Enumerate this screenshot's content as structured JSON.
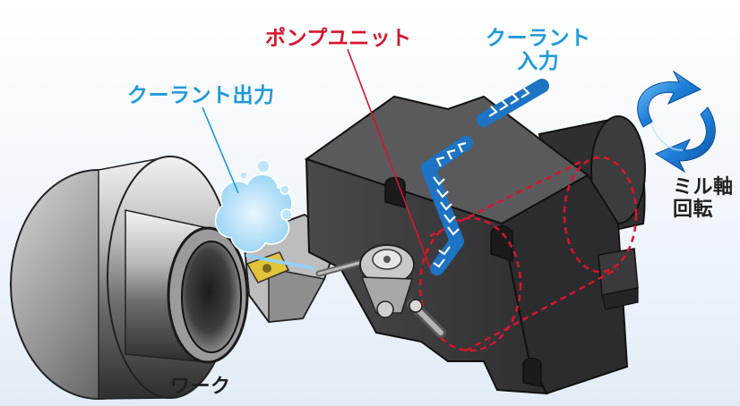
{
  "labels": {
    "pump_unit": "ポンプユニット",
    "coolant_in_line1": "クーラント",
    "coolant_in_line2": "入力",
    "coolant_out": "クーラント出力",
    "mill_axis_line1": "ミル軸",
    "mill_axis_line2": "回転",
    "workpiece": "ワーク"
  },
  "colors": {
    "coolant_label": "#1d9ad8",
    "pump_label": "#d8152c",
    "housing": "#3a3a3c",
    "coolant_channel": "#1d73c4",
    "pump_outline": "#d8152c",
    "rotation_arrow": "#1f7fd8"
  },
  "icons": {
    "rotation": "circular-rotation-arrows-icon",
    "coolant_flow": "chevron-flow-arrows"
  }
}
